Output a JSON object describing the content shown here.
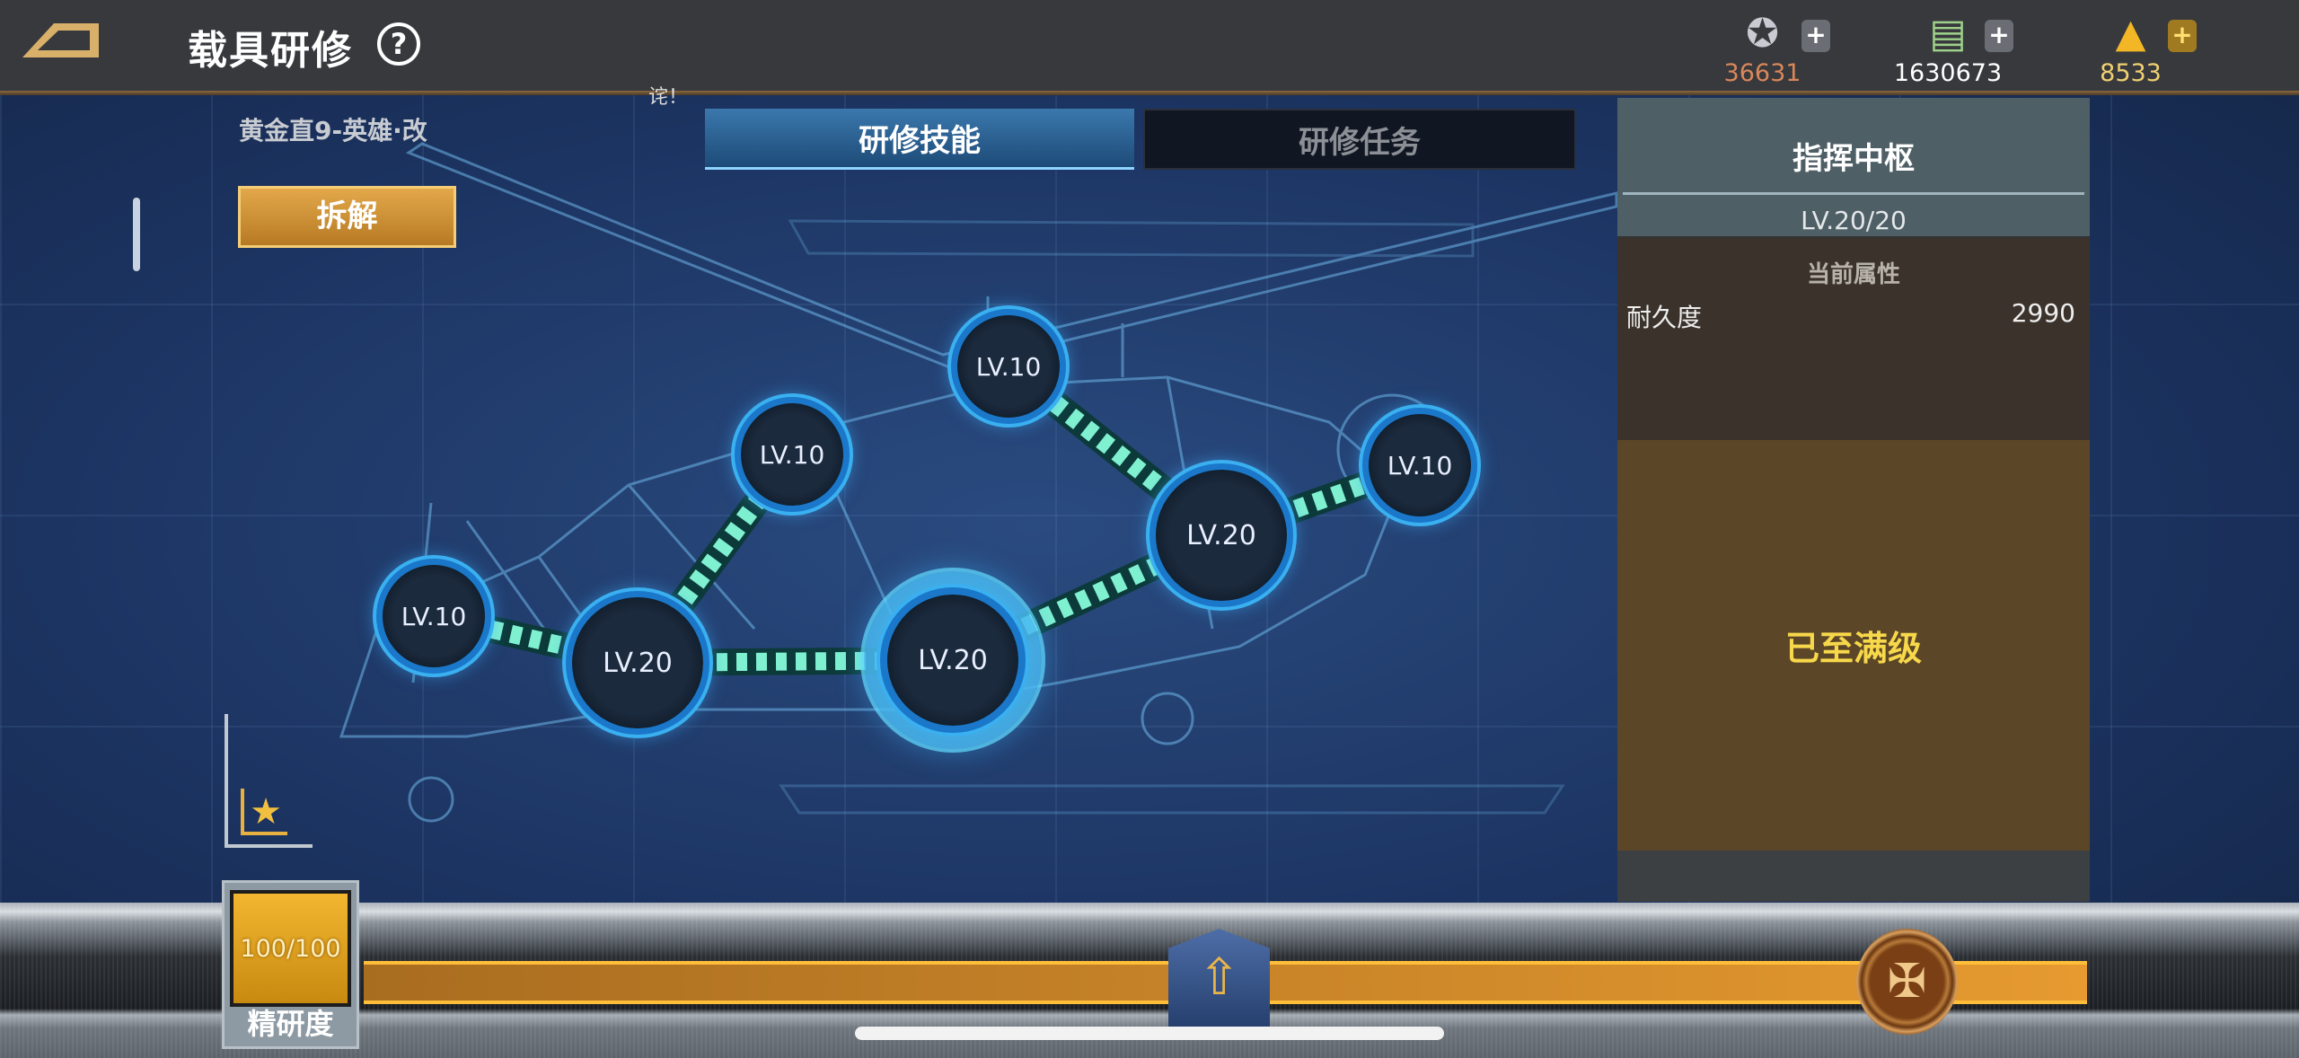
{
  "header": {
    "title": "载具研修",
    "help_icon": "?"
  },
  "currencies": [
    {
      "name": "medal",
      "icon": "medal-icon",
      "value": "36631",
      "color": "#d9875a"
    },
    {
      "name": "cash",
      "icon": "cash-icon",
      "value": "1630673",
      "color": "#e6e6e6"
    },
    {
      "name": "gold",
      "icon": "gold-bar-icon",
      "value": "8533",
      "color": "#f0d070"
    }
  ],
  "plus_label": "+",
  "clipped_text": "诧！",
  "tabs": [
    {
      "label": "研修技能",
      "active": true
    },
    {
      "label": "研修任务",
      "active": false
    }
  ],
  "vehicle": {
    "name": "黄金直9-英雄·改",
    "dismantle_label": "拆解"
  },
  "nodes": [
    {
      "label": "LV.10"
    },
    {
      "label": "LV.20"
    },
    {
      "label": "LV.10"
    },
    {
      "label": "LV.10"
    },
    {
      "label": "LV.20",
      "selected": true
    },
    {
      "label": "LV.20"
    },
    {
      "label": "LV.10"
    }
  ],
  "panel": {
    "title": "指挥中枢",
    "level": "LV.20/20",
    "section": "当前属性",
    "attributes": [
      {
        "name": "耐久度",
        "value": "2990"
      }
    ],
    "status": "已至满级"
  },
  "progress": {
    "value_text": "100/100",
    "label": "精研度",
    "fraction": 1.0
  },
  "colors": {
    "accent": "#3ab0f0",
    "gold": "#e69a30",
    "max_text": "#f7d84a"
  }
}
